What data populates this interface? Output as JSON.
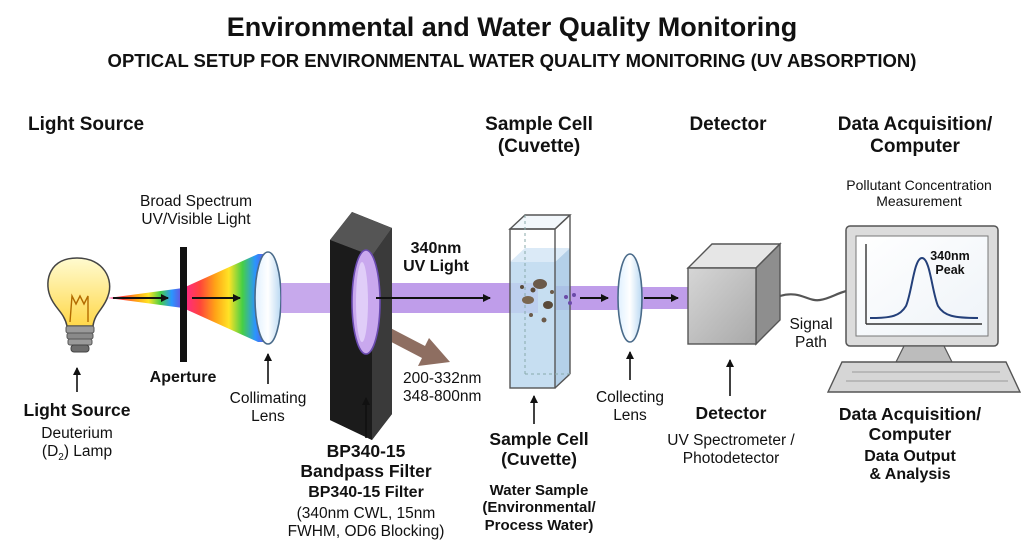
{
  "title": "Environmental and Water Quality Monitoring",
  "subtitle": "OPTICAL SETUP FOR ENVIRONMENTAL WATER QUALITY MONITORING (UV ABSORPTION)",
  "headers": {
    "light_source": "Light Source",
    "sample_cell": [
      "Sample Cell",
      "(Cuvette)"
    ],
    "detector": "Detector",
    "data_acquisition": [
      "Data Acquisition/",
      "Computer"
    ]
  },
  "beam": {
    "broad_spectrum": [
      "Broad Spectrum",
      "UV/Visible Light"
    ],
    "uv_light": [
      "340nm",
      "UV Light"
    ],
    "blocked": [
      "200-332nm",
      "348-800nm"
    ],
    "signal_path": [
      "Signal",
      "Path"
    ]
  },
  "monitor": {
    "caption": [
      "Pollutant Concentration",
      "Measurement"
    ],
    "peak": [
      "340nm",
      "Peak"
    ]
  },
  "components": {
    "lamp": {
      "name": "Light Source",
      "detail": [
        "Deuterium",
        "(D",
        "2",
        ") Lamp"
      ]
    },
    "aperture": "Aperture",
    "collimating_lens": [
      "Collimating",
      "Lens"
    ],
    "filter": {
      "name": [
        "BP340-15",
        "Bandpass Filter"
      ],
      "sub": "BP340-15 Filter",
      "spec": [
        "(340nm CWL, 15nm",
        "FWHM, OD6 Blocking)"
      ]
    },
    "sample_cell": {
      "name": [
        "Sample Cell",
        "(Cuvette)"
      ],
      "detail": [
        "Water Sample",
        "(Environmental/",
        "Process Water)"
      ]
    },
    "collecting_lens": [
      "Collecting",
      "Lens"
    ],
    "detector": {
      "name": "Detector",
      "detail": [
        "UV Spectrometer /",
        "Photodetector"
      ]
    },
    "computer": {
      "name": [
        "Data Acquisition/",
        "Computer"
      ],
      "detail": [
        "Data Output",
        "& Analysis"
      ]
    }
  },
  "colors": {
    "uv_beam": "#b48ce6",
    "blocked_beam": "#7a5545",
    "water": "#bcd8ee",
    "bulb": "#ffef8a",
    "peak_curve": "#24407a"
  }
}
